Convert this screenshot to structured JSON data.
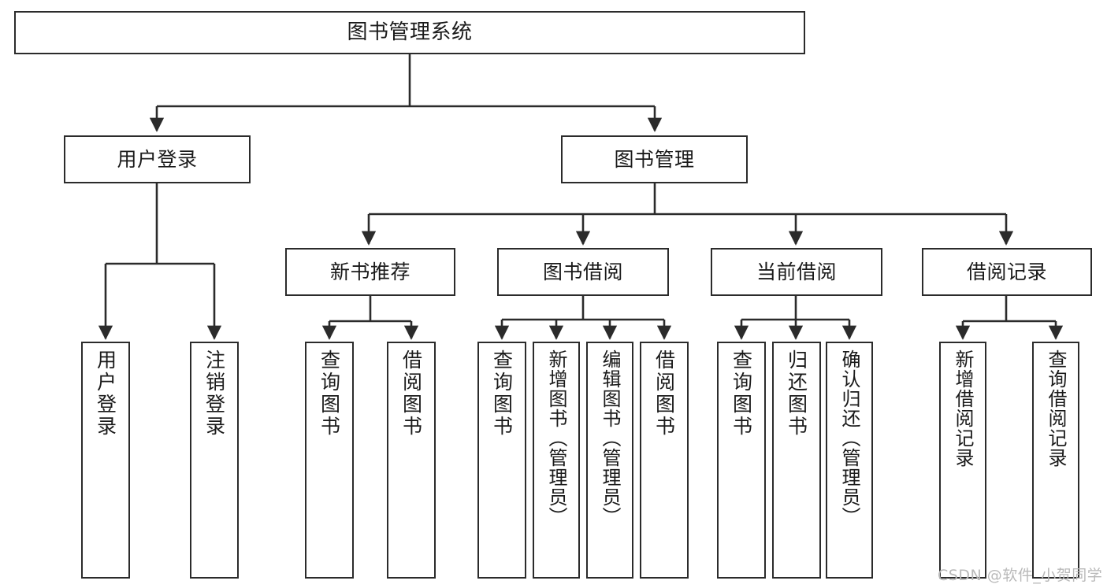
{
  "diagram": {
    "type": "tree-hierarchy-chart",
    "title": "图书管理系统",
    "background_color": "#ffffff",
    "line_color": "#2b2b2b",
    "text_color": "#1a1a1a",
    "root": {
      "label": "图书管理系统"
    },
    "level2": [
      {
        "id": "user-login",
        "label": "用户登录"
      },
      {
        "id": "book-management",
        "label": "图书管理"
      }
    ],
    "level3": [
      {
        "id": "new-book-recommend",
        "label": "新书推荐",
        "parent": "book-management"
      },
      {
        "id": "book-borrow",
        "label": "图书借阅",
        "parent": "book-management"
      },
      {
        "id": "current-borrow",
        "label": "当前借阅",
        "parent": "book-management"
      },
      {
        "id": "borrow-record",
        "label": "借阅记录",
        "parent": "book-management"
      }
    ],
    "leaves": [
      {
        "id": "leaf-user-login",
        "label": "用户登录",
        "parent": "user-login"
      },
      {
        "id": "leaf-logout-login",
        "label": "注销登录",
        "parent": "user-login"
      },
      {
        "id": "leaf-query-book-1",
        "label": "查询图书",
        "parent": "new-book-recommend"
      },
      {
        "id": "leaf-borrow-book-1",
        "label": "借阅图书",
        "parent": "new-book-recommend"
      },
      {
        "id": "leaf-query-book-2",
        "label": "查询图书",
        "parent": "book-borrow"
      },
      {
        "id": "leaf-add-book",
        "label": "新增图书（管理员）",
        "parent": "book-borrow"
      },
      {
        "id": "leaf-edit-book",
        "label": "编辑图书（管理员）",
        "parent": "book-borrow"
      },
      {
        "id": "leaf-borrow-book-2",
        "label": "借阅图书",
        "parent": "book-borrow"
      },
      {
        "id": "leaf-query-book-3",
        "label": "查询图书",
        "parent": "current-borrow"
      },
      {
        "id": "leaf-return-book",
        "label": "归还图书",
        "parent": "current-borrow"
      },
      {
        "id": "leaf-confirm-return",
        "label": "确认归还（管理员）",
        "parent": "current-borrow"
      },
      {
        "id": "leaf-add-record",
        "label": "新增借阅记录",
        "parent": "borrow-record"
      },
      {
        "id": "leaf-query-record",
        "label": "查询借阅记录",
        "parent": "borrow-record"
      }
    ]
  },
  "watermark": {
    "text": "CSDN @软件_小贺同学",
    "color": "#b9b9b9"
  }
}
